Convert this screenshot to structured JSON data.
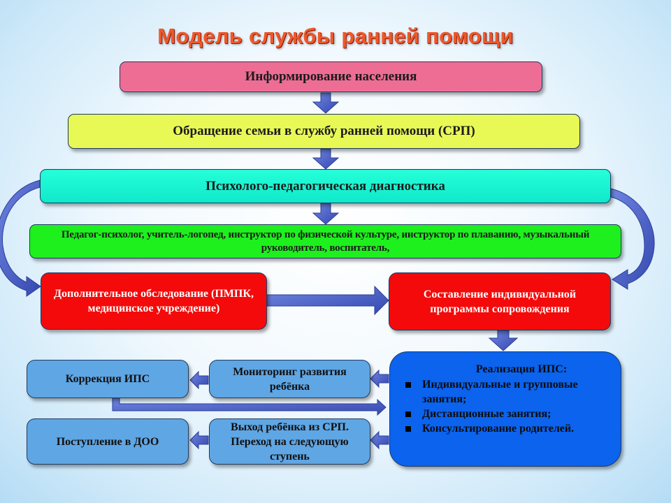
{
  "title": "Модель службы ранней помощи",
  "boxes": {
    "informing": "Информирование населения",
    "appeal": "Обращение семьи в службу ранней помощи (СРП)",
    "diagnostics": "Психолого-педагогическая диагностика",
    "specialists": "Педагог-психолог, учитель-логопед, инструктор по физической культуре, инструктор по плаванию, музыкальный руководитель, воспитатель,",
    "additional_exam": "Дополнительное обследование (ПМПК, медицинское учреждение)",
    "individual_program": "Составление индивидуальной программы сопровождения",
    "ips_title": "Реализация ИПС:",
    "ips_items": [
      "Индивидуальные и групповые занятия;",
      "Дистанционные занятия;",
      "Консультирование родителей."
    ],
    "monitoring": "Мониторинг развития ребёнка",
    "correction": "Коррекция ИПС",
    "exit": "Выход ребёнка из СРП. Переход на следующую ступень",
    "doo": "Поступление в ДОО"
  },
  "colors": {
    "title": "#f0572a",
    "informing": "#ee6d95",
    "appeal": "#e8f955",
    "diagnostics": "#14f0d0",
    "specialists": "#1ef01e",
    "red_boxes": "#f40a0a",
    "light_blue_boxes": "#5fa6e4",
    "ips_box": "#0b63ee",
    "arrows": "#4a60c8"
  }
}
